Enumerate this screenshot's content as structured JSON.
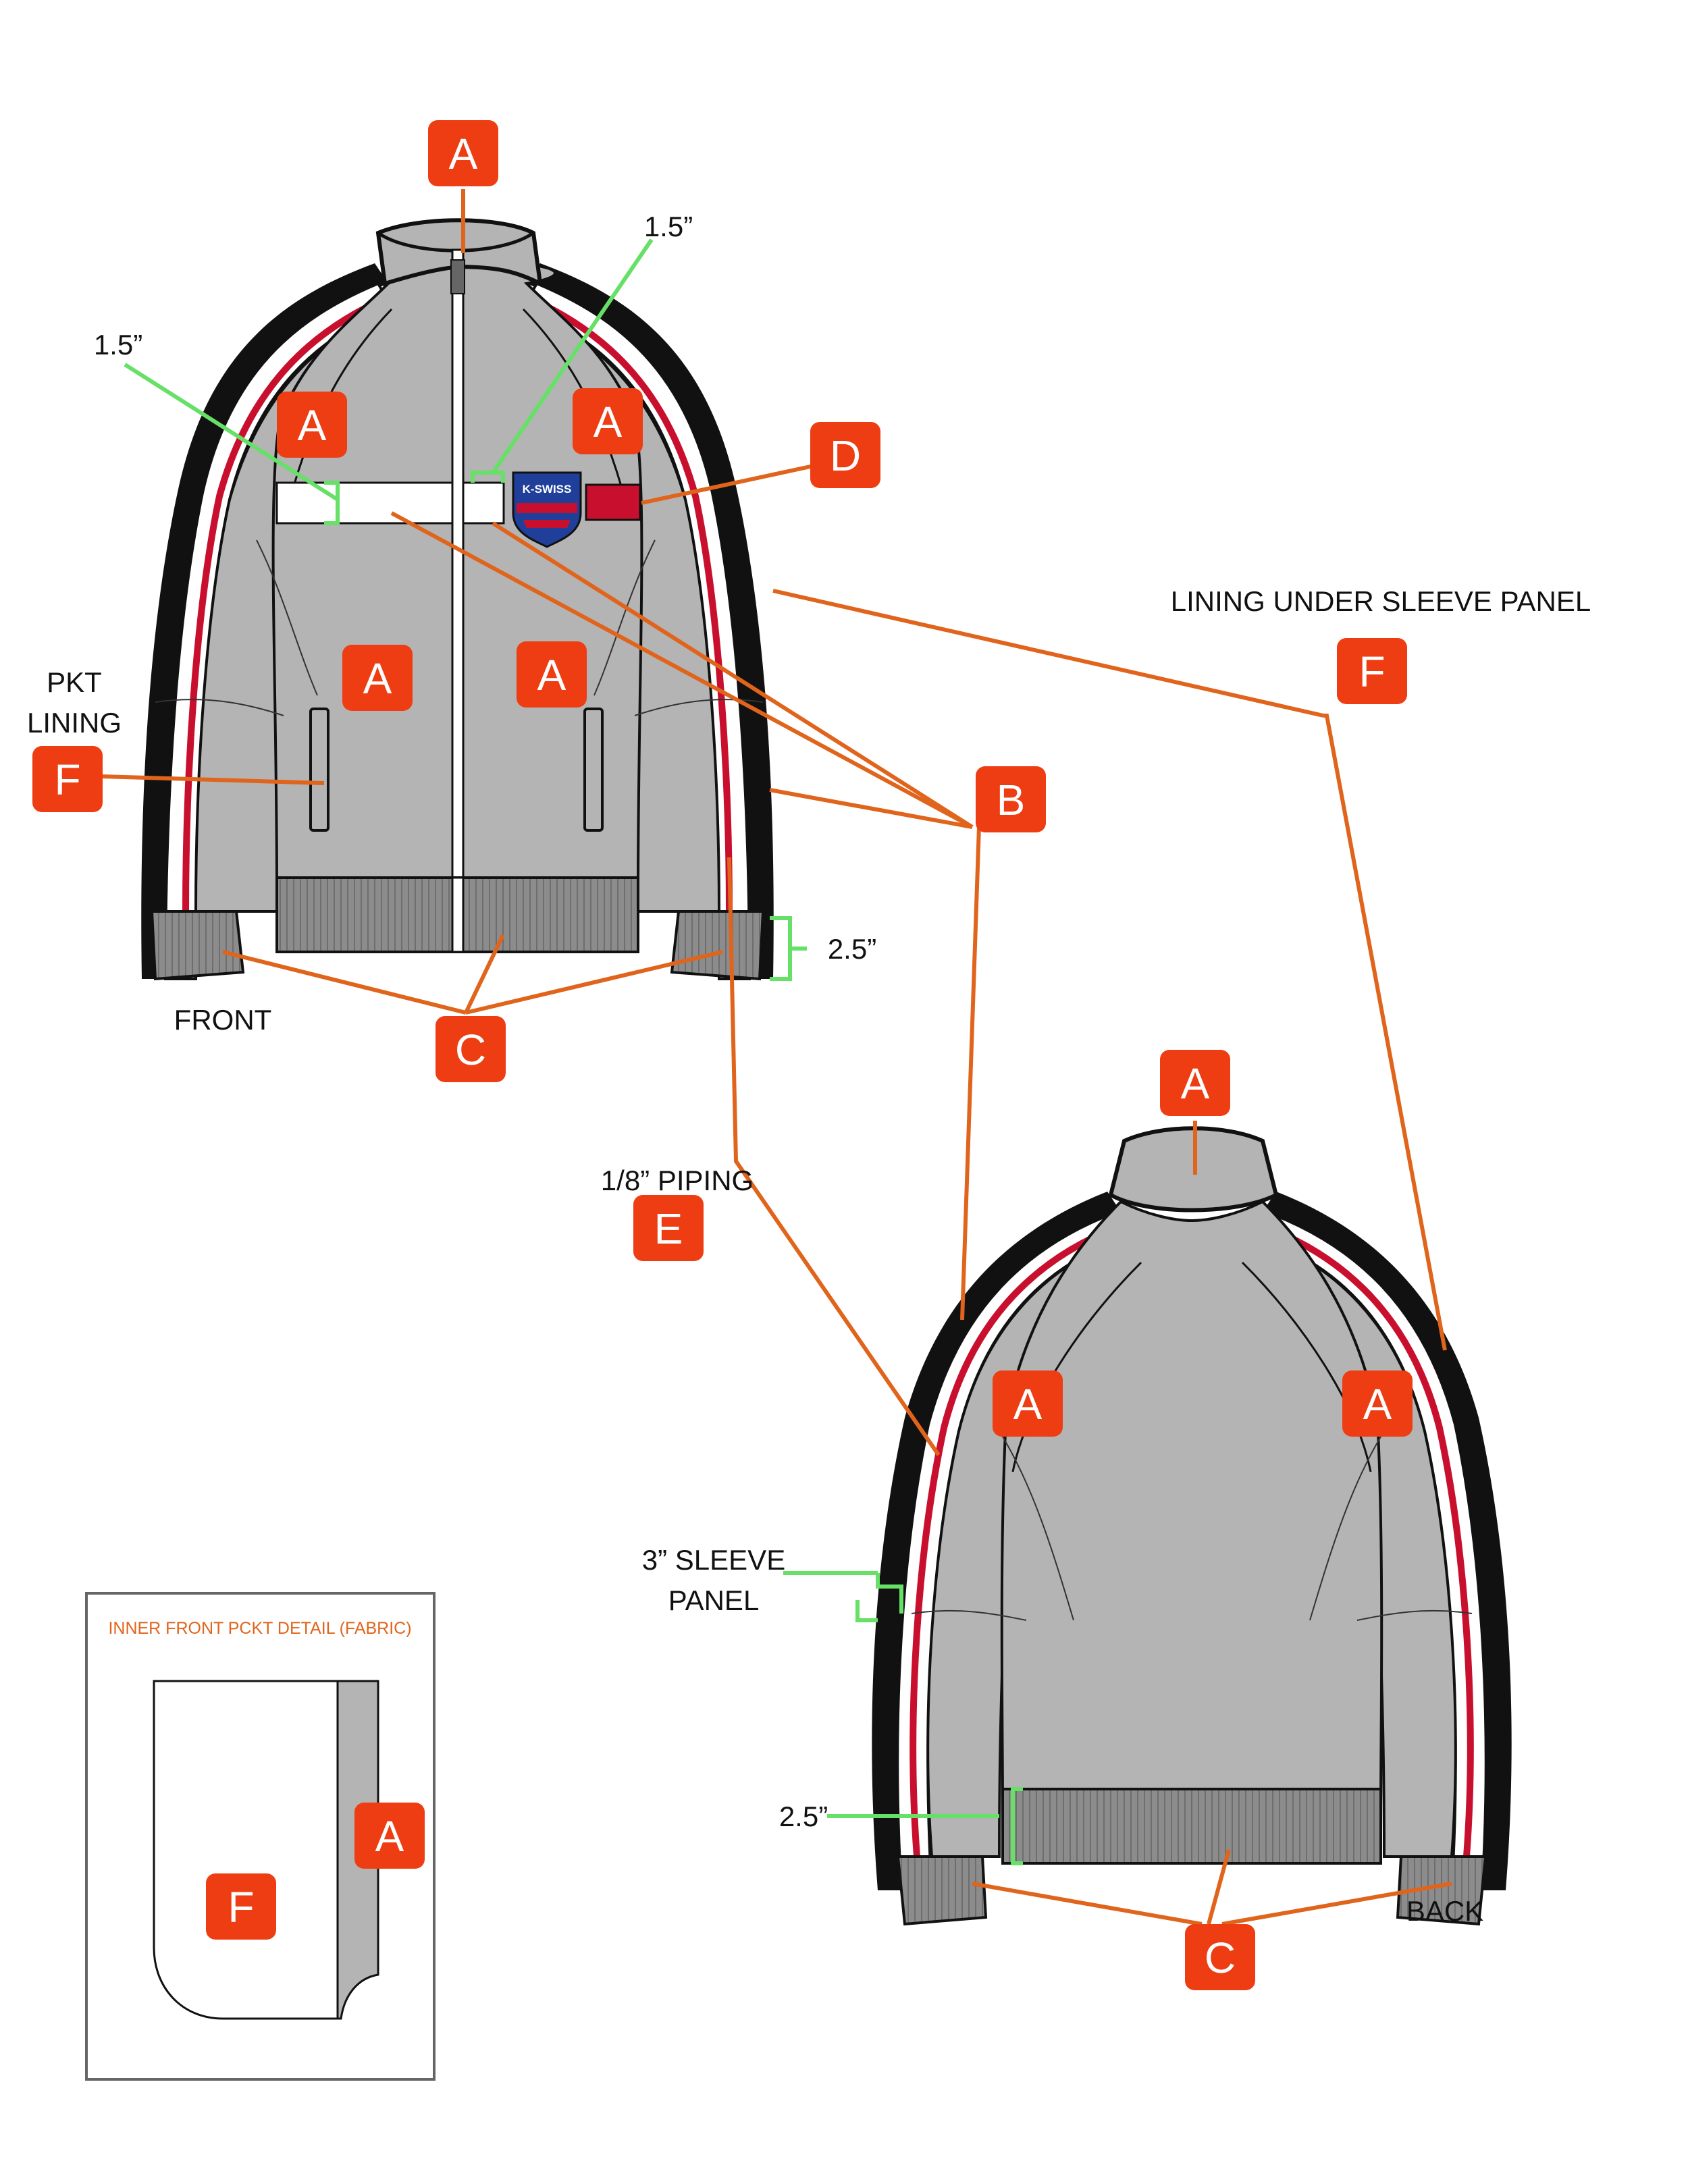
{
  "colors": {
    "fabric": "#b4b4b4",
    "rib": "#8a8a8a",
    "piping": "#c8102e",
    "badge": "#ee3d12",
    "leader": "#e0641c",
    "dimension": "#66e066",
    "outline": "#1a1a1a"
  },
  "icons": {
    "logo": "k-swiss-shield-logo",
    "flag": "red-flag-patch"
  },
  "callouts": {
    "a": "A",
    "b": "B",
    "c": "C",
    "d": "D",
    "e": "E",
    "f": "F"
  },
  "labels": {
    "front": "FRONT",
    "back": "BACK",
    "pkt_lining_1": "PKT",
    "pkt_lining_2": "LINING",
    "lining_under_sleeve": "LINING UNDER SLEEVE PANEL",
    "piping": "1/8” PIPING",
    "sleeve_panel_1": "3” SLEEVE",
    "sleeve_panel_2": "PANEL",
    "dim_stripe_left": "1.5”",
    "dim_stripe_center": "1.5”",
    "dim_cuff_front": "2.5”",
    "dim_hem_back": "2.5”",
    "inset_title": "INNER FRONT PCKT DETAIL (FABRIC)",
    "logo_text": "K-SWISS"
  }
}
